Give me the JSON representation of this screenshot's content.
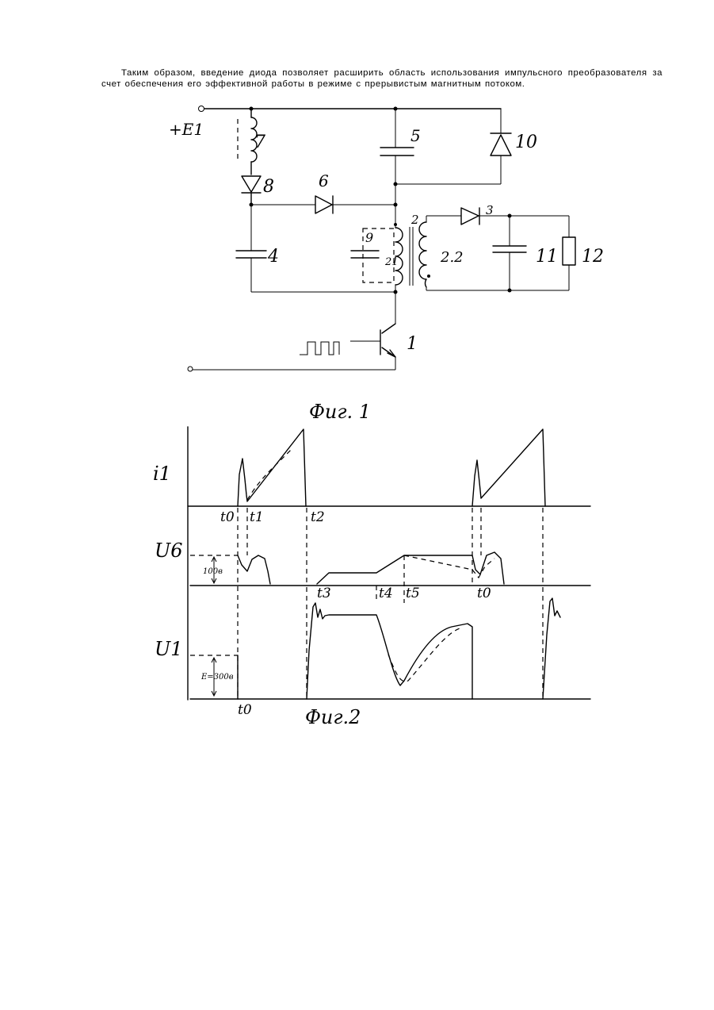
{
  "paragraph": "Таким образом, введение диода позволяет расширить область использования импульсного преобразователя за счет обеспечения его эффективной работы в режиме с прерывистым магнитным потоком.",
  "fig1": {
    "caption": "Фиг. 1",
    "supply_label": "+E1",
    "labels": {
      "transistor": "1",
      "transformer": "2",
      "diode_3": "3",
      "capacitor_4": "4",
      "capacitor_5": "5",
      "diode_6": "6",
      "inductor_7": "7",
      "diode_8": "8",
      "capacitor_9": "9",
      "diode_10": "10",
      "capacitor_11": "11",
      "resistor_12": "12",
      "primary_winding": "21",
      "secondary_winding": "2.2"
    }
  },
  "fig2": {
    "caption": "Фиг.2",
    "axes": {
      "i1": "i1",
      "u6": "U6",
      "u1": "U1"
    },
    "scale_u6": "100в",
    "scale_u1": "E=300в",
    "time_marks": {
      "t0_top": "t0",
      "t1": "t1",
      "t2": "t2",
      "t3": "t3",
      "t4": "t4",
      "t5": "t5",
      "t0_mid": "t0",
      "t0_bottom": "t0"
    }
  }
}
